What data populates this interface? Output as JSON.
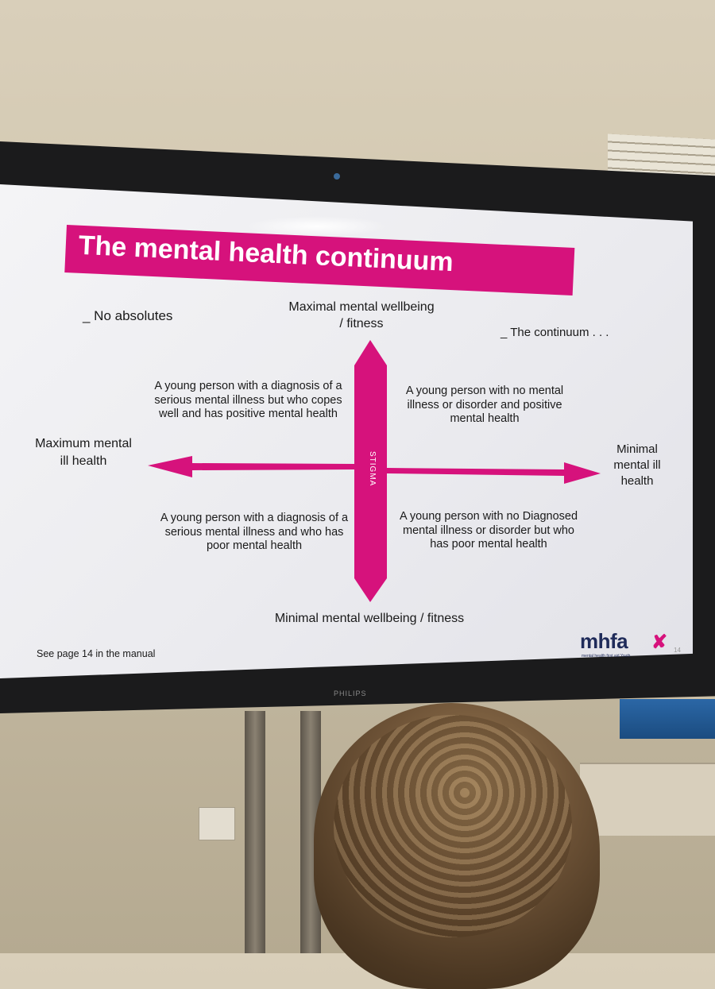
{
  "slide": {
    "title": "The mental health continuum",
    "note_left": "_ No absolutes",
    "note_right": "_ The continuum . . .",
    "axis": {
      "top": "Maximal mental wellbeing / fitness",
      "bottom": "Minimal mental wellbeing / fitness",
      "left": "Maximum mental ill health",
      "right": "Minimal mental ill health",
      "center": "STIGMA"
    },
    "quadrants": {
      "top_left": "A young person with a diagnosis of a serious mental illness but who copes well and has positive mental health",
      "top_right": "A young person with no mental illness or disorder and positive mental health",
      "bottom_left": "A young person with a diagnosis of a serious mental illness and who has poor mental health",
      "bottom_right": "A young person with no Diagnosed mental illness or disorder but who has poor mental health"
    },
    "footer": "See page 14 in the manual",
    "logo": "mhfa",
    "logo_tagline": "mental health first aid Youth",
    "page_number": "14",
    "accent_color": "#d6127c"
  },
  "monitor": {
    "brand": "PHILIPS"
  }
}
